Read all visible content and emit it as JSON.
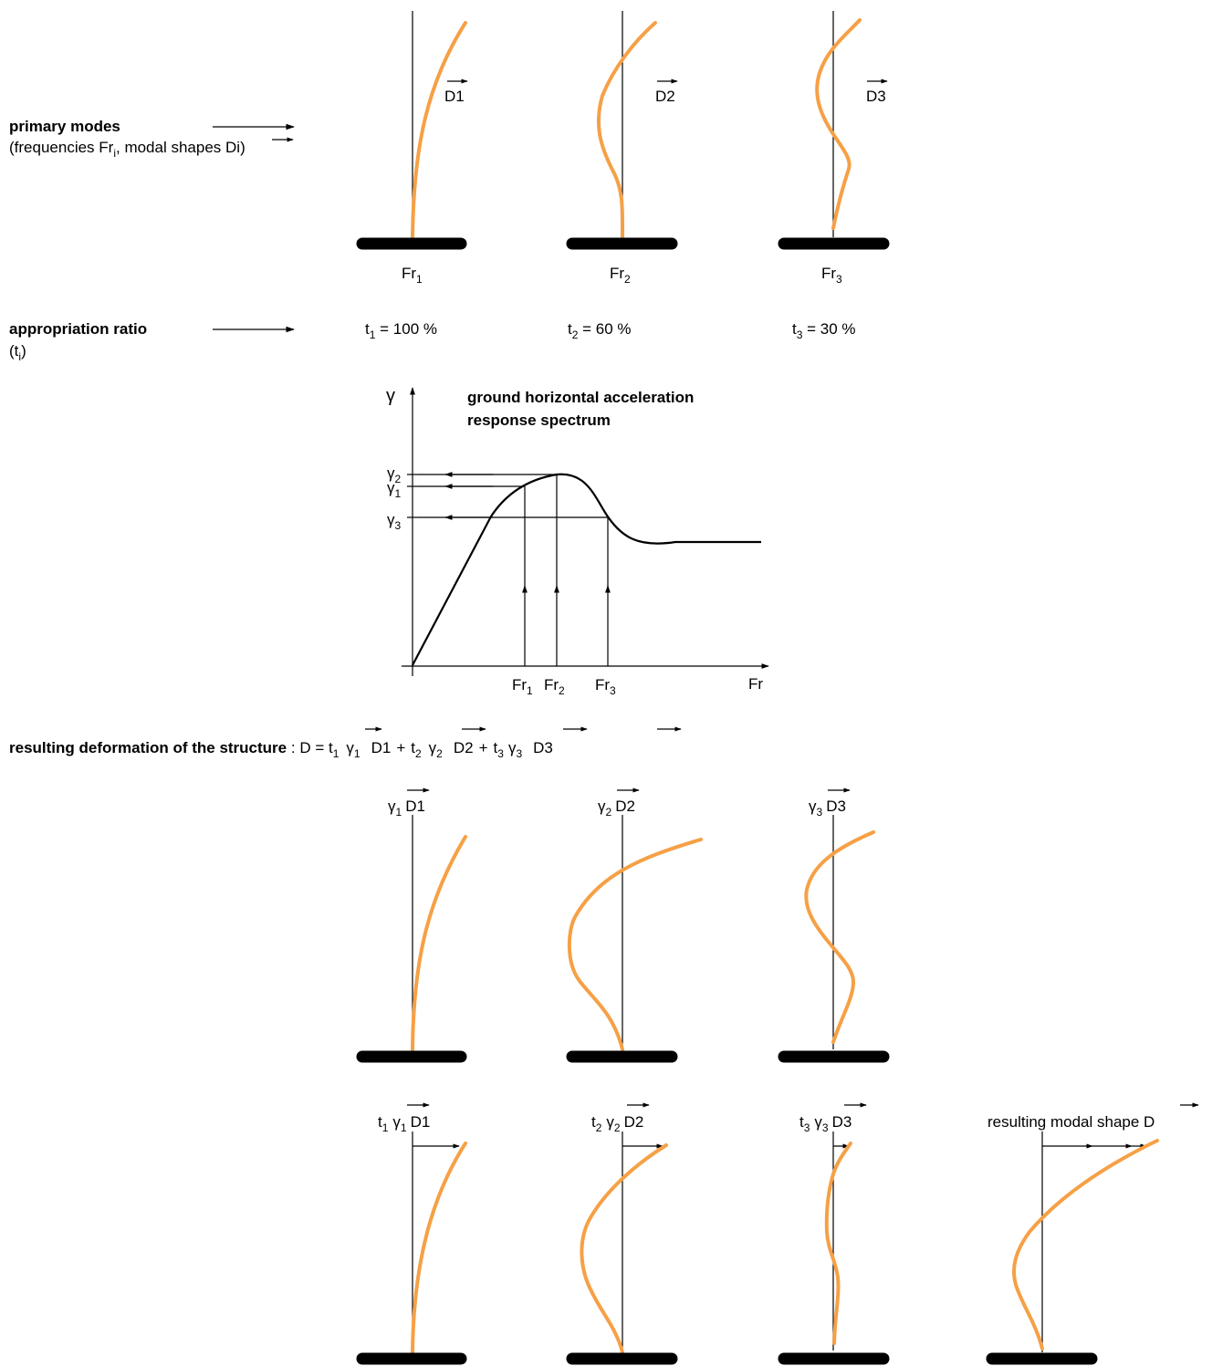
{
  "labels": {
    "primary_modes": "primary modes",
    "frequencies_a": "(frequencies Fr",
    "frequencies_sub": "i",
    "frequencies_b": ", modal shapes ",
    "frequencies_vec": "Di",
    "frequencies_c": ")",
    "appropriation_ratio": "appropriation ratio",
    "ratio_open": "(t",
    "ratio_sub": "i",
    "ratio_close": ")",
    "resulting_deformation": "resulting deformation of the structure",
    "resulting_modal_shape": "resulting modal shape "
  },
  "modes": [
    {
      "vector": "D1",
      "freq": "Fr",
      "freq_sub": "1",
      "ratio_sym": "t",
      "ratio_sub": "1",
      "ratio_value": " = 100 %",
      "gamma_sub": "1"
    },
    {
      "vector": "D2",
      "freq": "Fr",
      "freq_sub": "2",
      "ratio_sym": "t",
      "ratio_sub": "2",
      "ratio_value": " = 60 %",
      "gamma_sub": "2"
    },
    {
      "vector": "D3",
      "freq": "Fr",
      "freq_sub": "3",
      "ratio_sym": "t",
      "ratio_sub": "3",
      "ratio_value": " = 30 %",
      "gamma_sub": "3"
    }
  ],
  "spectrum": {
    "title_line1": "ground horizontal acceleration",
    "title_line2": "response spectrum",
    "y_symbol": "γ",
    "x_symbol": "Fr"
  },
  "formula": {
    "separator": " : ",
    "lhs": "D",
    "eq": " = ",
    "plus": "+",
    "t": "t",
    "gamma": "γ"
  },
  "result_vector": "D",
  "colors": {
    "modal_curve": "#f6a046",
    "lines": "#000000"
  }
}
